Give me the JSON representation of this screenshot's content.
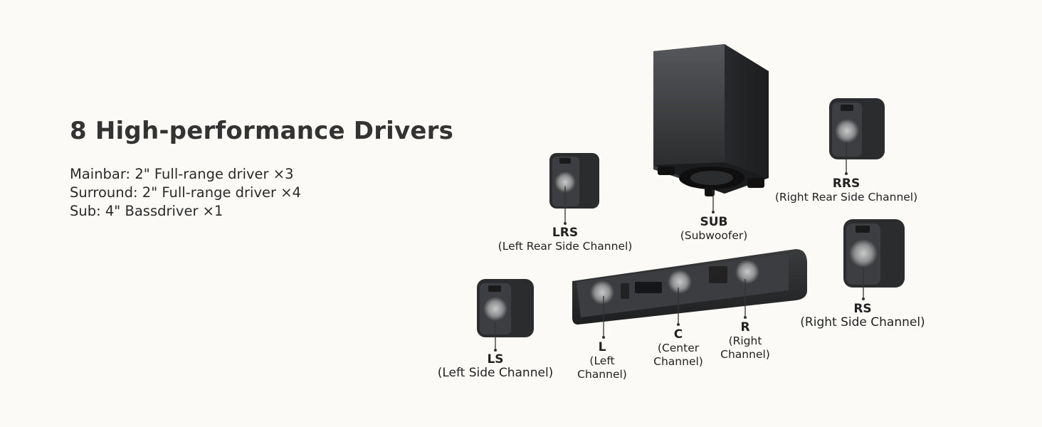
{
  "heading": "8 High-performance Drivers",
  "specs": [
    "Mainbar: 2\" Full-range driver ×3",
    "Surround: 2\" Full-range driver ×4",
    "Sub: 4\" Bassdriver ×1"
  ],
  "channels": {
    "sub": {
      "code": "SUB",
      "desc": "(Subwoofer)"
    },
    "rrs": {
      "code": "RRS",
      "desc": "(Right Rear Side Channel)"
    },
    "lrs": {
      "code": "LRS",
      "desc": "(Left Rear Side Channel)"
    },
    "rs": {
      "code": "RS",
      "desc": "(Right Side Channel)"
    },
    "ls": {
      "code": "LS",
      "desc": "(Left Side Channel)"
    },
    "l": {
      "code": "L",
      "desc1": "(Left",
      "desc2": "Channel)"
    },
    "c": {
      "code": "C",
      "desc1": "(Center",
      "desc2": "Channel)"
    },
    "r": {
      "code": "R",
      "desc1": "(Right",
      "desc2": "Channel)"
    }
  },
  "colors": {
    "background": "#fbfaf6",
    "speaker": "#2b2c2e",
    "text": "#222222"
  }
}
